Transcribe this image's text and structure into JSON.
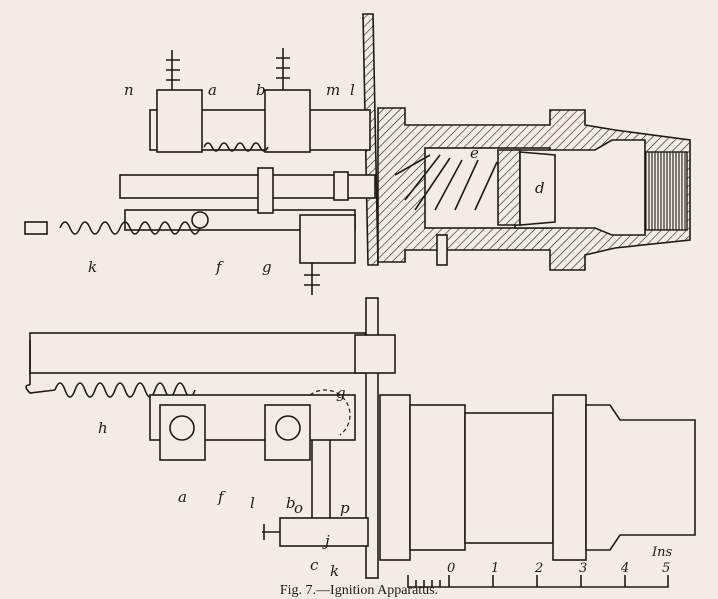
{
  "figure": {
    "caption": "Fig. 7.—Ignition Apparatus.",
    "top_view_labels": [
      "n",
      "a",
      "b",
      "m",
      "l",
      "e",
      "d",
      "k",
      "f",
      "g"
    ],
    "bottom_view_labels": [
      "h",
      "g",
      "a",
      "f",
      "l",
      "b",
      "j",
      "o",
      "p",
      "c",
      "k"
    ],
    "scale": {
      "unit": "Ins",
      "ticks": [
        "0",
        "1",
        "2",
        "3",
        "4",
        "5"
      ]
    },
    "colors": {
      "ink": "#1d1a17",
      "paper": "#f3ece5"
    }
  }
}
